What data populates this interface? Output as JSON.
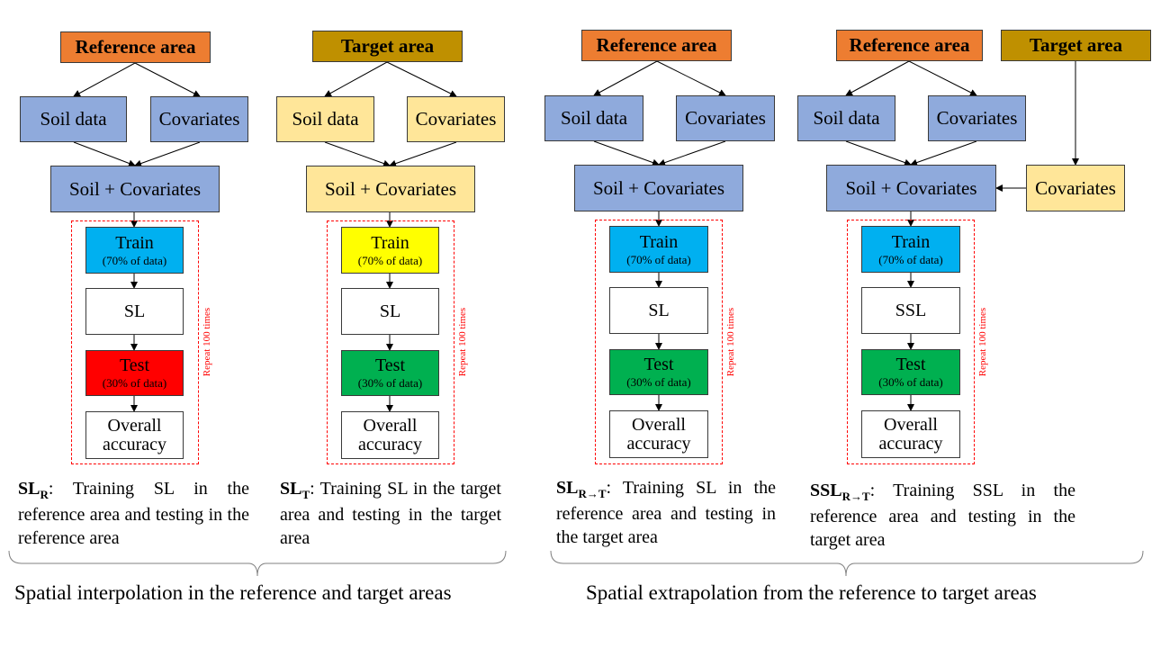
{
  "panels": [
    {
      "source_label": "Reference area",
      "soil_label": "Soil data",
      "cov_label": "Covariates",
      "combo_label": "Soil + Covariates",
      "train_label": "Train",
      "train_sub": "(70% of data)",
      "model_label": "SL",
      "test_label": "Test",
      "test_sub": "(30% of data)",
      "acc_label": "Overall accuracy",
      "repeat_label": "Repeat 100 times",
      "cap_sym": "SL",
      "cap_sub": "R",
      "cap_text": ": Training SL in the reference area and testing in the reference area"
    },
    {
      "source_label": "Target area",
      "soil_label": "Soil data",
      "cov_label": "Covariates",
      "combo_label": "Soil + Covariates",
      "train_label": "Train",
      "train_sub": "(70% of data)",
      "model_label": "SL",
      "test_label": "Test",
      "test_sub": "(30% of data)",
      "acc_label": "Overall accuracy",
      "repeat_label": "Repeat 100 times",
      "cap_sym": "SL",
      "cap_sub": "T",
      "cap_text": ": Training SL in the target area and testing in the target area"
    },
    {
      "source_label": "Reference area",
      "soil_label": "Soil data",
      "cov_label": "Covariates",
      "combo_label": "Soil + Covariates",
      "train_label": "Train",
      "train_sub": "(70% of data)",
      "model_label": "SL",
      "test_label": "Test",
      "test_sub": "(30% of data)",
      "acc_label": "Overall accuracy",
      "repeat_label": "Repeat 100 times",
      "cap_sym": "SL",
      "cap_sub": "R→T",
      "cap_text": ": Training SL in the reference area and testing in the target area"
    },
    {
      "source_label": "Reference area",
      "extra_source_label": "Target area",
      "extra_cov_label": "Covariates",
      "soil_label": "Soil data",
      "cov_label": "Covariates",
      "combo_label": "Soil + Covariates",
      "train_label": "Train",
      "train_sub": "(70% of data)",
      "model_label": "SSL",
      "test_label": "Test",
      "test_sub": "(30% of data)",
      "acc_label": "Overall accuracy",
      "repeat_label": "Repeat 100 times",
      "cap_sym": "SSL",
      "cap_sub": "R→T",
      "cap_text": ": Training SSL in the reference area and testing in the target area"
    }
  ],
  "footers": {
    "left": "Spatial interpolation in the reference and target areas",
    "right": "Spatial extrapolation from the reference to target areas"
  },
  "colors": {
    "reference_area": "#ed7d31",
    "target_area": "#bf9000",
    "reference_data": "#8faadc",
    "target_data": "#ffe699",
    "train_reference": "#00b0f0",
    "train_target": "#ffff00",
    "test_reference": "#ff0000",
    "test_target": "#00b050",
    "repeat_frame": "#ff0000"
  }
}
